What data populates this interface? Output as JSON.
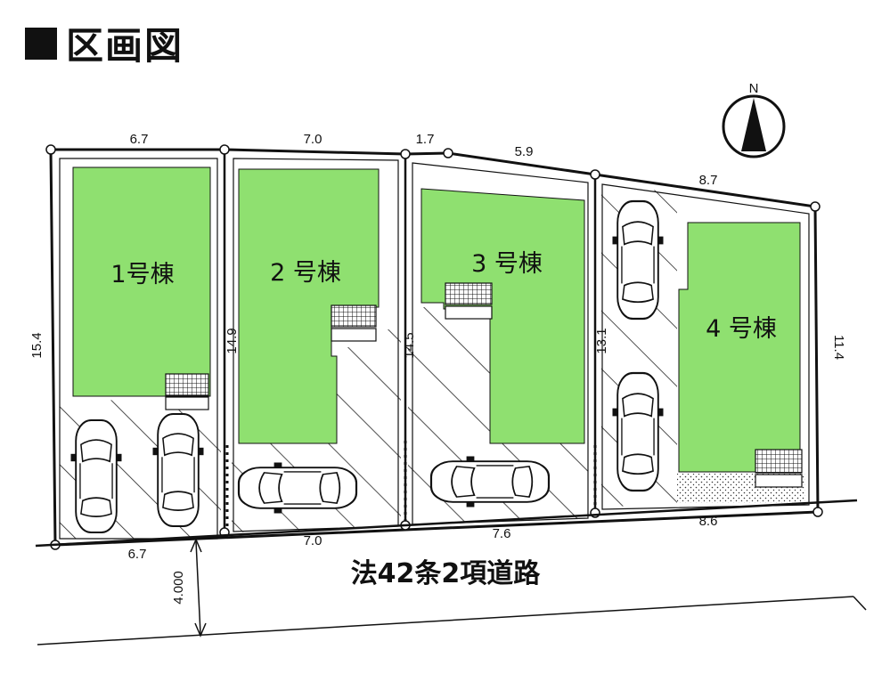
{
  "title": "区画図",
  "compass": {
    "north": "N"
  },
  "lots": [
    "1号棟",
    "2 号棟",
    "3 号棟",
    "4 号棟"
  ],
  "dimensions": {
    "top_1": "6.7",
    "top_2": "7.0",
    "top_3": "1.7",
    "top_4": "5.9",
    "top_5": "8.7",
    "side_left": "15.4",
    "side_1_2": "14.9",
    "side_2_3": "14.5",
    "side_3_4": "13.1",
    "side_right": "11.4",
    "bottom_1": "6.7",
    "bottom_2": "7.0",
    "bottom_3": "7.6",
    "bottom_4": "8.6"
  },
  "road": {
    "label": "法42条2項道路",
    "width": "4.000"
  },
  "colors": {
    "building": "#8fe070",
    "boundary": "#111111",
    "hatch": "#222222"
  }
}
